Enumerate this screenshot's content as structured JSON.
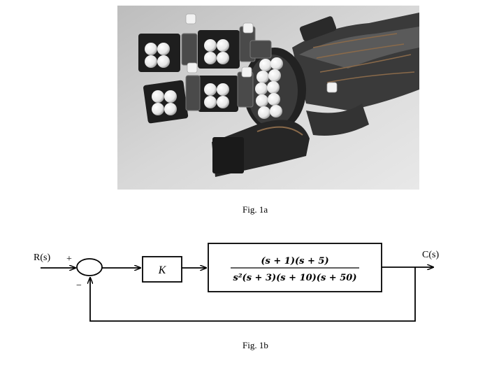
{
  "figure_a": {
    "caption": "Fig. 1a"
  },
  "figure_b": {
    "caption": "Fig. 1b",
    "input_label": "R(s)",
    "output_label": "C(s)",
    "sum_plus": "+",
    "sum_minus": "−",
    "gain_block": "K",
    "plant_numerator": "(s + 1)(s + 5)",
    "plant_denominator": "s²(s + 3)(s + 10)(s + 50)"
  }
}
